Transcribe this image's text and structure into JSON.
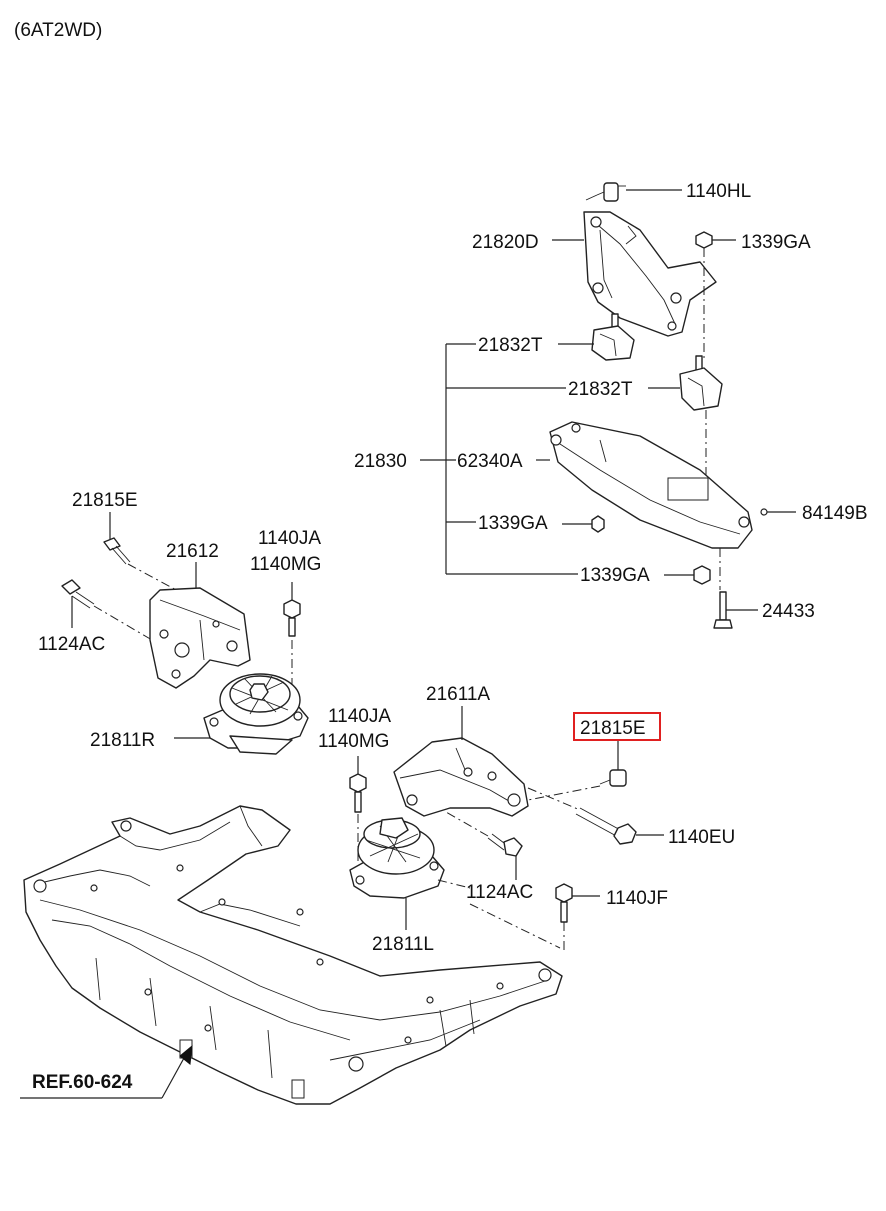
{
  "header": {
    "variant": "(6AT2WD)"
  },
  "highlight_color": "#e02020",
  "callouts": {
    "hl_1140": "1140HL",
    "ga_1339_top": "1339GA",
    "d_21820": "21820D",
    "t_21832_a": "21832T",
    "t_21832_b": "21832T",
    "p_21830": "21830",
    "a_62340": "62340A",
    "b_84149": "84149B",
    "ga_1339_mid": "1339GA",
    "ga_1339_low": "1339GA",
    "p_24433": "24433",
    "e_21815_left": "21815E",
    "p_21612": "21612",
    "ja_1140_left": "1140JA",
    "mg_1140_left": "1140MG",
    "ac_1124_left": "1124AC",
    "r_21811": "21811R",
    "a_21611": "21611A",
    "e_21815_right": "21815E",
    "ja_1140_mid": "1140JA",
    "mg_1140_mid": "1140MG",
    "eu_1140": "1140EU",
    "ac_1124_mid": "1124AC",
    "jf_1140": "1140JF",
    "l_21811": "21811L",
    "ref": "REF.60-624"
  }
}
